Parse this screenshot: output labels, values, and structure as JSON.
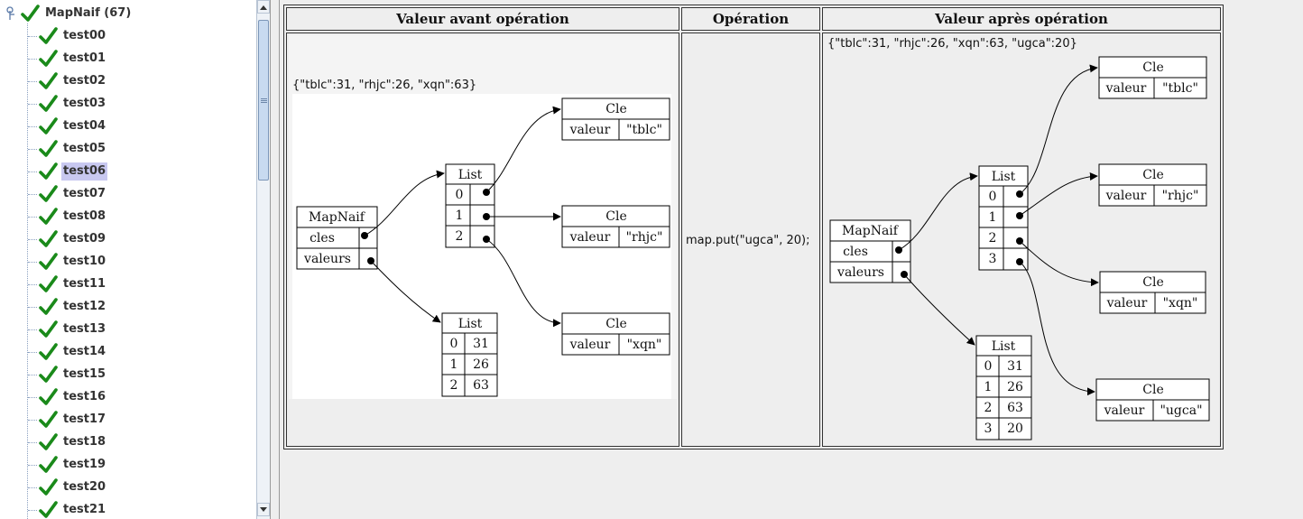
{
  "tree": {
    "root_label": "MapNaif (67)",
    "selected_index": 6,
    "items": [
      "test00",
      "test01",
      "test02",
      "test03",
      "test04",
      "test05",
      "test06",
      "test07",
      "test08",
      "test09",
      "test10",
      "test11",
      "test12",
      "test13",
      "test14",
      "test15",
      "test16",
      "test17",
      "test18",
      "test19",
      "test20",
      "test21"
    ],
    "check_color": "#1a8a1a",
    "selection_color": "#c8c8f0"
  },
  "table": {
    "headers": [
      "Valeur avant opération",
      "Opération",
      "Valeur après opération"
    ],
    "before": {
      "map_string": "{\"tblc\":31, \"rhjc\":26, \"xqn\":63}",
      "labels": {
        "mapnaif": "MapNaif",
        "cles": "cles",
        "valeurs": "valeurs",
        "list": "List",
        "cle": "Cle",
        "valeur": "valeur"
      },
      "keys": [
        "\"tblc\"",
        "\"rhjc\"",
        "\"xqn\""
      ],
      "values": [
        "31",
        "26",
        "63"
      ]
    },
    "operation": "map.put(\"ugca\", 20);",
    "after": {
      "map_string": "{\"tblc\":31, \"rhjc\":26, \"xqn\":63, \"ugca\":20}",
      "keys": [
        "\"tblc\"",
        "\"rhjc\"",
        "\"xqn\"",
        "\"ugca\""
      ],
      "values": [
        "31",
        "26",
        "63",
        "20"
      ]
    }
  }
}
